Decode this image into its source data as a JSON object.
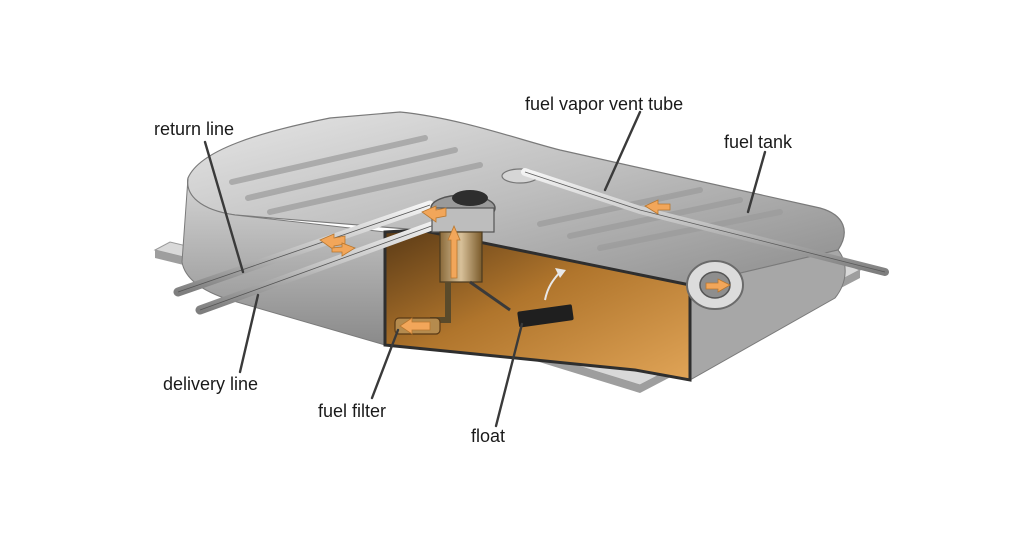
{
  "labels": {
    "return_line": "return line",
    "fuel_vapor_vent_tube": "fuel vapor vent tube",
    "fuel_tank": "fuel tank",
    "delivery_line": "delivery line",
    "fuel_filter": "fuel filter",
    "float": "float"
  },
  "colors": {
    "tank_metal": "#b9b9b9",
    "tank_dark": "#6e6e6e",
    "fuel": "#c98a3a",
    "flow_arrow": "#f2a65a",
    "line": "#3a3a3a"
  }
}
